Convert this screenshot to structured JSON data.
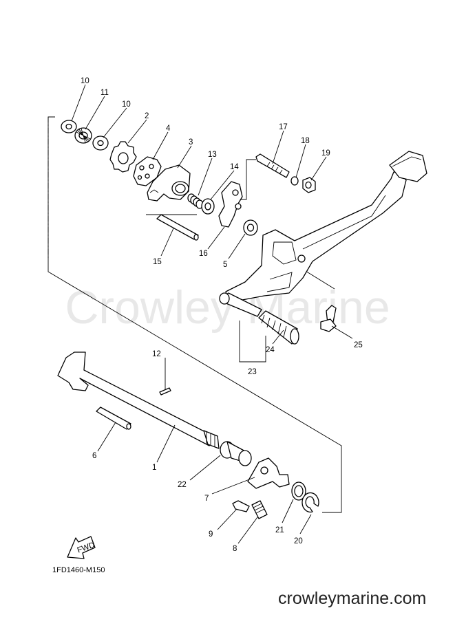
{
  "watermark": "Crowley Marine",
  "website": "crowleymarine.com",
  "diagram_code": "1FD1460-M150",
  "fwd_label": "FWD",
  "callouts": [
    {
      "id": "c10a",
      "label": "10"
    },
    {
      "id": "c11",
      "label": "11"
    },
    {
      "id": "c10b",
      "label": "10"
    },
    {
      "id": "c2",
      "label": "2"
    },
    {
      "id": "c4",
      "label": "4"
    },
    {
      "id": "c3",
      "label": "3"
    },
    {
      "id": "c13",
      "label": "13"
    },
    {
      "id": "c14",
      "label": "14"
    },
    {
      "id": "c17",
      "label": "17"
    },
    {
      "id": "c18",
      "label": "18"
    },
    {
      "id": "c19",
      "label": "19"
    },
    {
      "id": "c15",
      "label": "15"
    },
    {
      "id": "c16",
      "label": "16"
    },
    {
      "id": "c5",
      "label": "5"
    },
    {
      "id": "c25",
      "label": "25"
    },
    {
      "id": "c24",
      "label": "24"
    },
    {
      "id": "c23",
      "label": "23"
    },
    {
      "id": "c12",
      "label": "12"
    },
    {
      "id": "c6",
      "label": "6"
    },
    {
      "id": "c1",
      "label": "1"
    },
    {
      "id": "c22",
      "label": "22"
    },
    {
      "id": "c7",
      "label": "7"
    },
    {
      "id": "c21",
      "label": "21"
    },
    {
      "id": "c20",
      "label": "20"
    },
    {
      "id": "c9",
      "label": "9"
    },
    {
      "id": "c8",
      "label": "8"
    }
  ]
}
